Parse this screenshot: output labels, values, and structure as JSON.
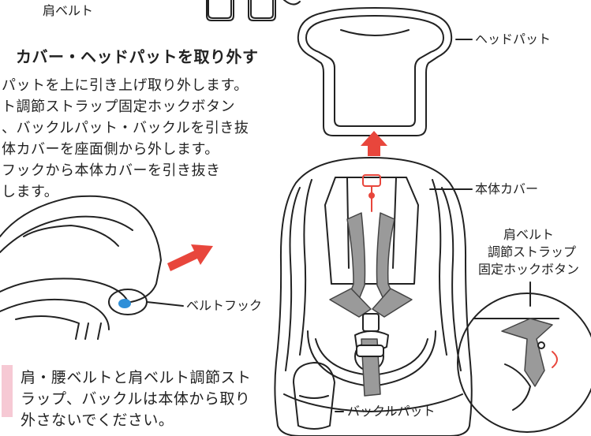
{
  "top_label": "肩ベルト",
  "section_heading": "カバー・ヘッドパットを取り外す",
  "instructions": [
    "パットを上に引き上げ取り外します。",
    "ト調節ストラップ固定ホックボタン",
    "、バックルパット・バックルを引き抜",
    "体カバーを座面側から外します。",
    "フックから本体カバーを引き抜き",
    "します。"
  ],
  "labels": {
    "headpad": "ヘッドパット",
    "body_cover": "本体カバー",
    "shoulder_belt_button": [
      "肩ベルト",
      "調節ストラップ",
      "固定ホックボタン"
    ],
    "belt_hook": "ベルトフック",
    "buckle_pad": "バックルパット"
  },
  "note_lines": [
    "肩・腰ベルトと肩ベルト調節スト",
    "ラップ、バックルは本体から取り",
    "外さないでください。"
  ],
  "colors": {
    "arrow_red": "#e8463c",
    "belt_gray": "#9a9a9a",
    "hook_blue": "#2f8fd8",
    "note_bar_pink": "#f6c9d4",
    "line": "#222222"
  }
}
